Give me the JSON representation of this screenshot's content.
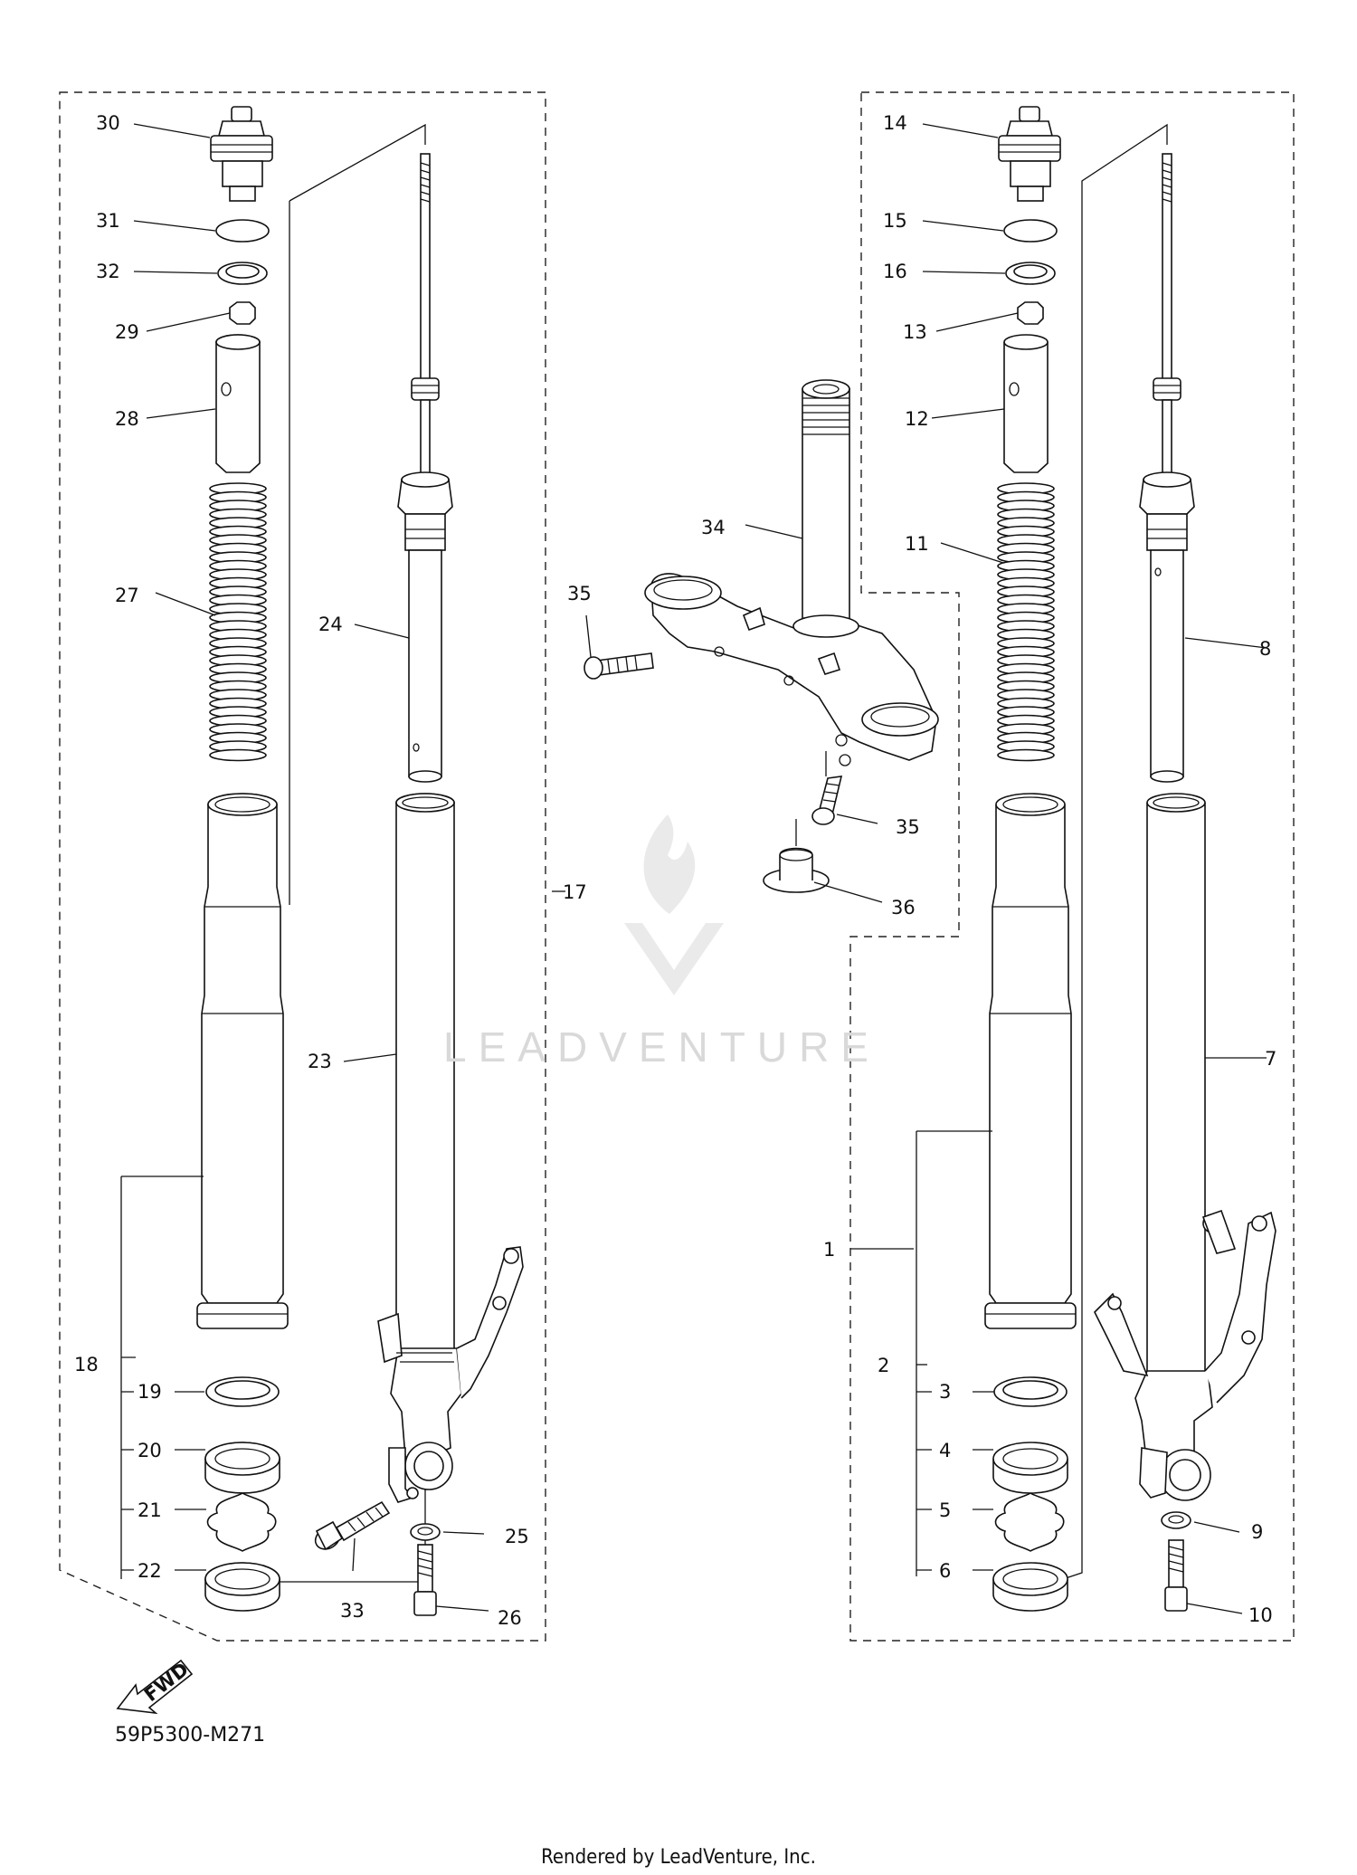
{
  "diagram": {
    "drawing_code": "59P5300-M271",
    "footer": "Rendered by LeadVenture, Inc.",
    "watermark": "LEADVENTURE",
    "fwd_arrow_label": "FWD",
    "callouts": {
      "c1": "1",
      "c2": "2",
      "c3": "3",
      "c4": "4",
      "c5": "5",
      "c6": "6",
      "c7": "7",
      "c8": "8",
      "c9": "9",
      "c10": "10",
      "c11": "11",
      "c12": "12",
      "c13": "13",
      "c14": "14",
      "c15": "15",
      "c16": "16",
      "c17": "17",
      "c18": "18",
      "c19": "19",
      "c20": "20",
      "c21": "21",
      "c22": "22",
      "c23": "23",
      "c24": "24",
      "c25": "25",
      "c26": "26",
      "c27": "27",
      "c28": "28",
      "c29": "29",
      "c30": "30",
      "c31": "31",
      "c32": "32",
      "c33": "33",
      "c34": "34",
      "c35a": "35",
      "c35b": "35",
      "c36": "36"
    }
  }
}
